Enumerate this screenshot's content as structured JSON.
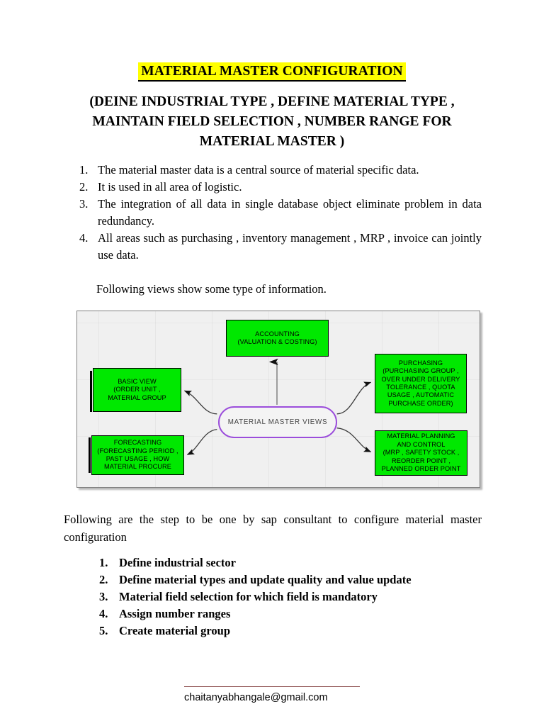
{
  "document": {
    "title": "MATERIAL MASTER CONFIGURATION",
    "subtitle": "(DEINE INDUSTRIAL TYPE , DEFINE MATERIAL TYPE , MAINTAIN FIELD SELECTION ,  NUMBER RANGE FOR MATERIAL MASTER )",
    "highlight_color": "#ffff00"
  },
  "intro_list": [
    {
      "num": "1.",
      "text": "The material master data is a central source of material specific data."
    },
    {
      "num": "2.",
      "text": "It is used in all area of logistic."
    },
    {
      "num": "3.",
      "text": "The integration of all data in single database object eliminate problem in data redundancy."
    },
    {
      "num": "4.",
      "text": "All areas such as purchasing , inventory management , MRP , invoice can jointly use data."
    }
  ],
  "views_note": "Following views show some type of information.",
  "diagram": {
    "center": {
      "label": "MATERIAL MASTER VIEWS",
      "border_color": "#9b4ddb",
      "fill_color": "#f4f4f4"
    },
    "node_fill_color": "#00e800",
    "background_color": "#f0f0f0",
    "nodes": [
      {
        "id": "accounting",
        "label": "ACCOUNTING\n(VALUATION & COSTING)"
      },
      {
        "id": "basic-view",
        "label": "BASIC VIEW\n(ORDER UNIT ,\nMATERIAL GROUP"
      },
      {
        "id": "forecasting",
        "label": "FORECASTING\n(FORECASTING PERIOD ,\nPAST USAGE , HOW\nMATERIAL PROCURE"
      },
      {
        "id": "purchasing",
        "label": "PURCHASING\n(PURCHASING GROUP ,\nOVER UNDER DELIVERY\nTOLERANCE , QUOTA\nUSAGE , AUTOMATIC\nPURCHASE ORDER)"
      },
      {
        "id": "material-planning",
        "label": "MATERIAL PLANNING\nAND CONTROL\n(MRP , SAFETY STOCK ,\nREORDER POINT ,\nPLANNED ORDER POINT"
      }
    ]
  },
  "steps_para": "Following are the step to be one by sap consultant to configure material master configuration",
  "steps_list": [
    {
      "num": "1.",
      "text": "Define industrial sector"
    },
    {
      "num": "2.",
      "text": "Define material types and update quality and value update"
    },
    {
      "num": "3.",
      "text": "Material field selection for which field is mandatory"
    },
    {
      "num": "4.",
      "text": "Assign number ranges"
    },
    {
      "num": "5.",
      "text": "Create material group"
    }
  ],
  "footer": {
    "email": "chaitanyabhangale@gmail.com",
    "rule_color": "#8a4a4a"
  }
}
